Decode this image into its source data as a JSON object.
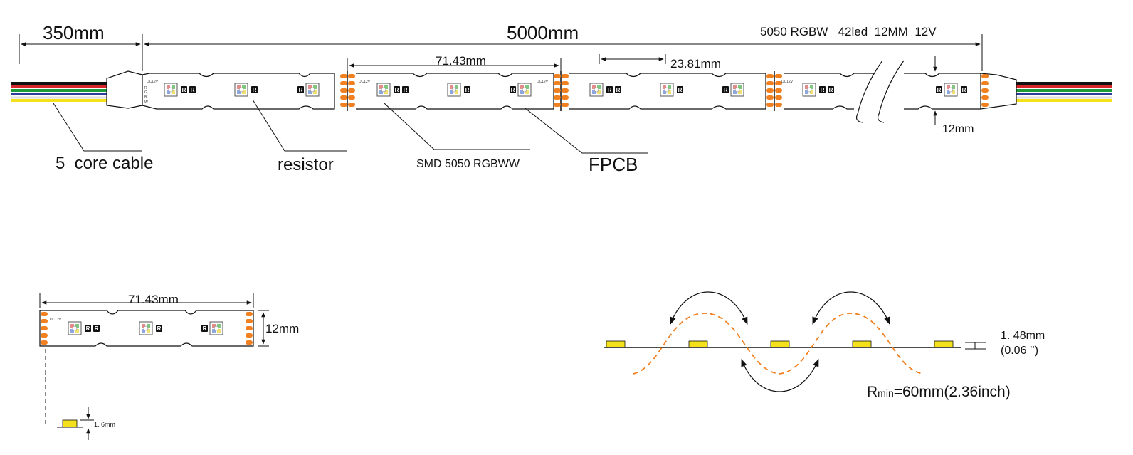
{
  "top": {
    "dim_cable": "350mm",
    "dim_total": "5000mm",
    "spec": "5050 RGBW   42led  12MM  12V",
    "dim_unit": "71.43mm",
    "dim_pitch": "23.81mm",
    "dim_width": "12mm"
  },
  "labels": {
    "cable": "5  core cable",
    "resistor": "resistor",
    "smd": "SMD 5050 RGBWW",
    "fpcb": "FPCB"
  },
  "pads": {
    "voltage": "DC12V",
    "r": "R",
    "g": "G",
    "b": "B",
    "w": "W",
    "resistor_mark": "R"
  },
  "detail": {
    "dim_length": "71.43mm",
    "dim_width": "12mm",
    "dim_thickness": "1. 6mm"
  },
  "bend": {
    "thickness_mm": "1. 48mm",
    "thickness_in": "(0.06 ’’)",
    "radius_prefix": "R",
    "radius_sub": "min",
    "radius_value": "=60mm(2.36inch)"
  },
  "colors": {
    "wires": [
      "#111111",
      "#d7262b",
      "#1f9a3a",
      "#2c3f9c",
      "#ffffff",
      "#f4e11b"
    ],
    "pad": "#f08020",
    "led": "#f4e11b",
    "wave": "#f08020"
  }
}
